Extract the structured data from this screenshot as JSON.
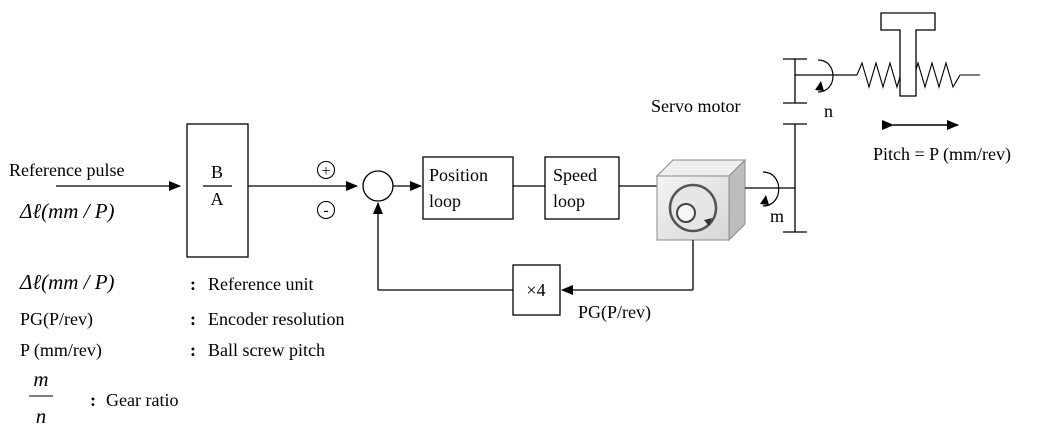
{
  "labels": {
    "reference_pulse": "Reference pulse",
    "reference_pulse_unit": "Δℓ(mm / P)",
    "gear_b": "B",
    "gear_a": "A",
    "plus": "+",
    "minus": "-",
    "position_loop_1": "Position",
    "position_loop_2": "loop",
    "speed_loop_1": "Speed",
    "speed_loop_2": "loop",
    "multiplier": "×4",
    "pg_feedback": "PG(P/rev)",
    "servo_motor": "Servo motor",
    "n": "n",
    "m": "m",
    "pitch": "Pitch = P (mm/rev)"
  },
  "legend": [
    {
      "symbol": "Δℓ(mm / P)",
      "sep": ":",
      "desc": "Reference unit"
    },
    {
      "symbol": "PG(P/rev)",
      "sep": ":",
      "desc": "Encoder resolution"
    },
    {
      "symbol": "P (mm/rev)",
      "sep": ":",
      "desc": "Ball screw pitch"
    },
    {
      "symbol_num": "m",
      "symbol_den": "n",
      "sep": ":",
      "desc": "Gear ratio"
    }
  ],
  "icons": {
    "encoder_icon": "rotary-encoder-icon",
    "table_icon": "t-slide-table-icon"
  }
}
